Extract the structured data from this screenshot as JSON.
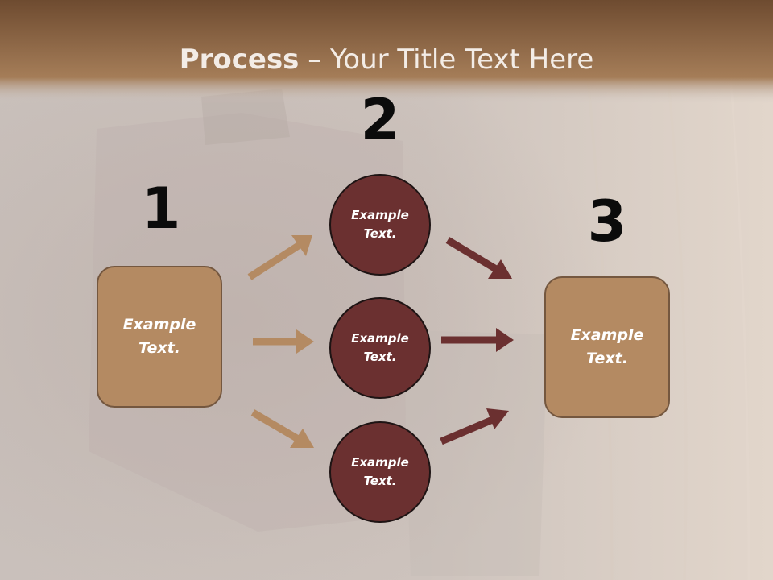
{
  "title": {
    "bold": "Process",
    "rest": " – Your Title Text Here"
  },
  "steps": {
    "one": {
      "number": "1",
      "text": "Example Text."
    },
    "two": {
      "number": "2",
      "circles": [
        "Example Text.",
        "Example Text.",
        "Example Text."
      ]
    },
    "three": {
      "number": "3",
      "text": "Example Text."
    }
  },
  "colors": {
    "box_fill": "#b48a62",
    "circle_fill": "#6b3030",
    "arrow_left": "#b48a62",
    "arrow_right": "#6b3030",
    "header_band": "#7b5536"
  }
}
